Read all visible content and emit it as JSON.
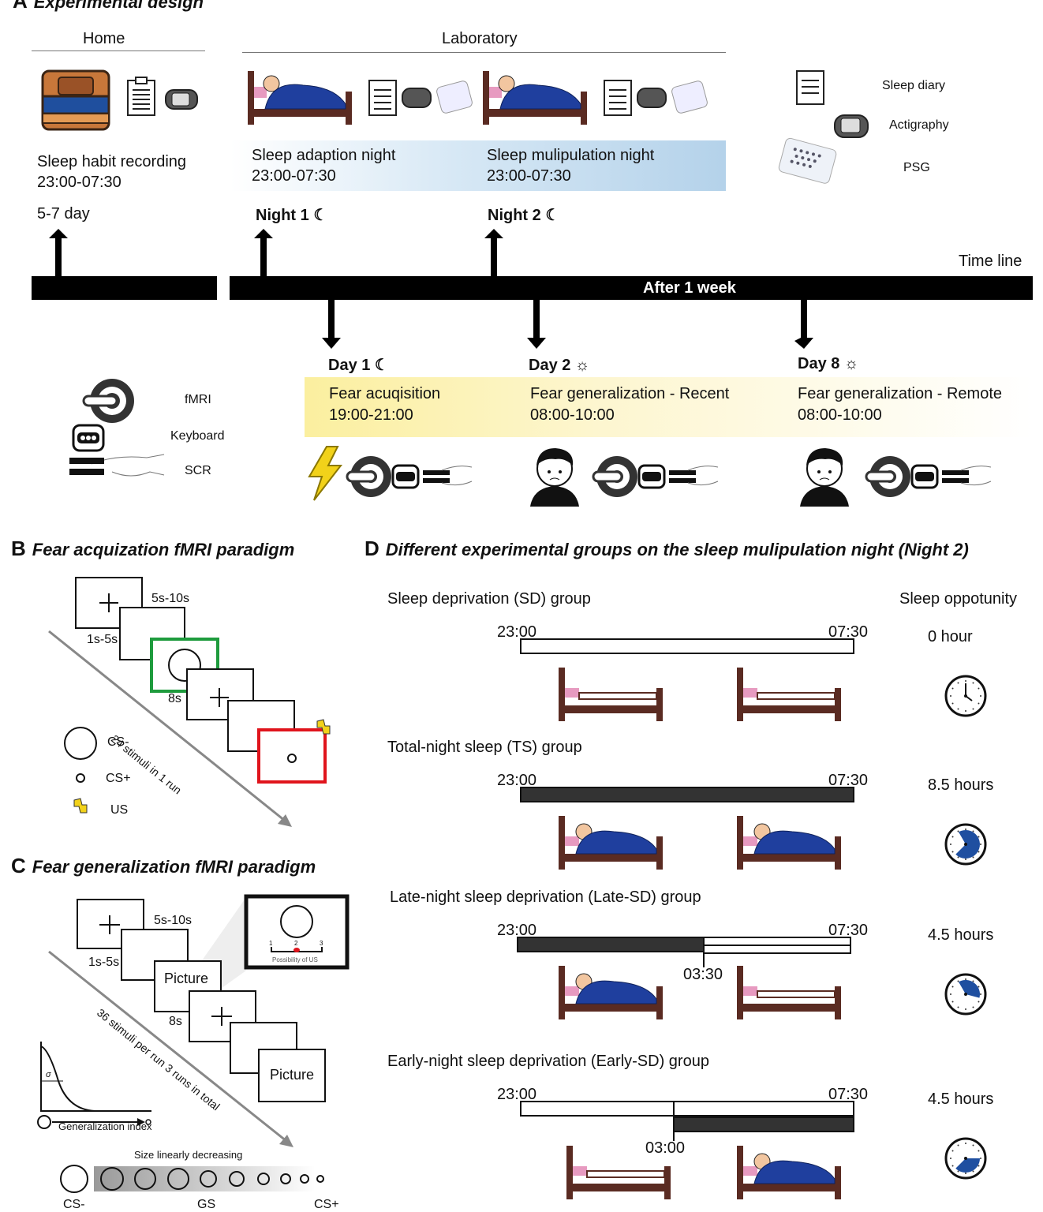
{
  "panelA": {
    "letter": "A",
    "title": "Experimental design",
    "home_label": "Home",
    "lab_label": "Laboratory",
    "home_event": {
      "title": "Sleep habit recording",
      "time": "23:00-07:30",
      "marker": "5-7 day"
    },
    "night1": {
      "title": "Sleep adaption night",
      "time": "23:00-07:30",
      "marker": "Night 1 ☾"
    },
    "night2": {
      "title": "Sleep mulipulation night",
      "time": "23:00-07:30",
      "marker": "Night 2 ☾"
    },
    "legend_top": [
      "Sleep diary",
      "Actigraphy",
      "PSG"
    ],
    "timeline_label": "Time line",
    "timeline_gap_label": "After 1 week",
    "day1": {
      "marker": "Day 1 ☾",
      "title": "Fear acuqisition",
      "time": "19:00-21:00"
    },
    "day2": {
      "marker": "Day 2 ☼",
      "title": "Fear generalization - Recent",
      "time": "08:00-10:00"
    },
    "day8": {
      "marker": "Day 8 ☼",
      "title": "Fear generalization - Remote",
      "time": "08:00-10:00"
    },
    "legend_bottom": [
      "fMRI",
      "Keyboard",
      "SCR"
    ]
  },
  "panelB": {
    "letter": "B",
    "title": "Fear acquization fMRI paradigm",
    "durations": [
      "5s-10s",
      "1s-5s",
      "8s"
    ],
    "axis_label": "24 stimuli in 1 run",
    "legend": [
      "CS-",
      "CS+",
      "US"
    ]
  },
  "panelC": {
    "letter": "C",
    "title": "Fear generalization fMRI paradigm",
    "durations": [
      "5s-10s",
      "1s-5s",
      "8s"
    ],
    "picture_label": "Picture",
    "axis_label": "36 stimuli per run  3 runs in total",
    "rating": {
      "ticks": [
        "1",
        "2",
        "3"
      ],
      "label": "Possibility of  US",
      "selected": 2
    },
    "curve_sigma": "σ",
    "curve_xlabel": "Generalization index",
    "size_label": "Size linearly decreasing",
    "stim_labels": [
      "CS-",
      "GS",
      "CS+"
    ]
  },
  "panelD": {
    "letter": "D",
    "title": "Different experimental groups on the sleep mulipulation night (Night 2)",
    "column_header": "Sleep oppotunity",
    "groups": [
      {
        "name": "Sleep deprivation (SD) group",
        "start": "23:00",
        "end": "07:30",
        "split": "",
        "hours": "0 hour",
        "sleep_fraction": 0
      },
      {
        "name": "Total-night sleep (TS) group",
        "start": "23:00",
        "end": "07:30",
        "split": "",
        "hours": "8.5 hours",
        "sleep_fraction": 1
      },
      {
        "name": "Late-night sleep deprivation (Late-SD) group",
        "start": "23:00",
        "end": "07:30",
        "split": "03:30",
        "hours": "4.5 hours",
        "sleep_fraction": 0.53
      },
      {
        "name": "Early-night sleep deprivation (Early-SD) group",
        "start": "23:00",
        "end": "07:30",
        "split": "03:00",
        "hours": "4.5 hours",
        "sleep_fraction": 0.53
      }
    ]
  },
  "colors": {
    "bed_wood": "#5a2b22",
    "pillow": "#e79ac0",
    "blanket": "#1f3f9e",
    "green_frame": "#1e9b3d",
    "red_frame": "#e0141c",
    "bolt": "#f2d21a",
    "lab_band": "#b9d6ec",
    "day_band": "#fbf0a6"
  }
}
